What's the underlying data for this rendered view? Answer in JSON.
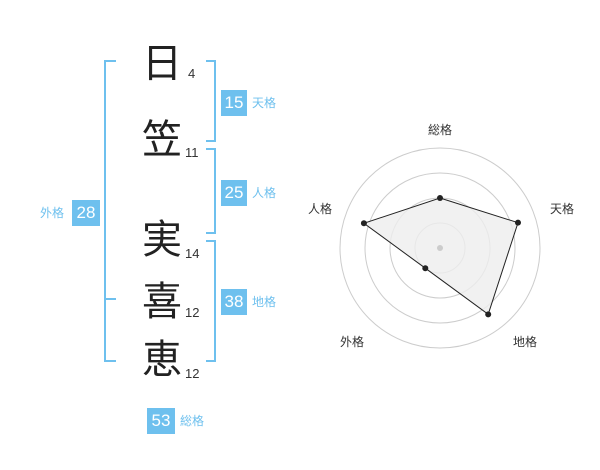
{
  "name_chars": [
    {
      "char": "日",
      "strokes": "4"
    },
    {
      "char": "笠",
      "strokes": "11"
    },
    {
      "char": "実",
      "strokes": "14"
    },
    {
      "char": "喜",
      "strokes": "12"
    },
    {
      "char": "恵",
      "strokes": "12"
    }
  ],
  "kaku": {
    "tenkaku": {
      "value": "15",
      "label": "天格"
    },
    "jinkaku": {
      "value": "25",
      "label": "人格"
    },
    "chikaku": {
      "value": "38",
      "label": "地格"
    },
    "gaikaku": {
      "value": "28",
      "label": "外格"
    },
    "soukaku": {
      "value": "53",
      "label": "総格"
    }
  },
  "chart_data": {
    "type": "radar",
    "axes": [
      "総格",
      "天格",
      "地格",
      "外格",
      "人格"
    ],
    "values": [
      0.5,
      0.82,
      0.82,
      0.25,
      0.8
    ],
    "range": [
      0,
      1
    ],
    "rings": 4,
    "colors": {
      "fill": "#eeeeee",
      "line": "#222222",
      "ring": "#cccccc",
      "accent": "#6ec0ee"
    }
  }
}
